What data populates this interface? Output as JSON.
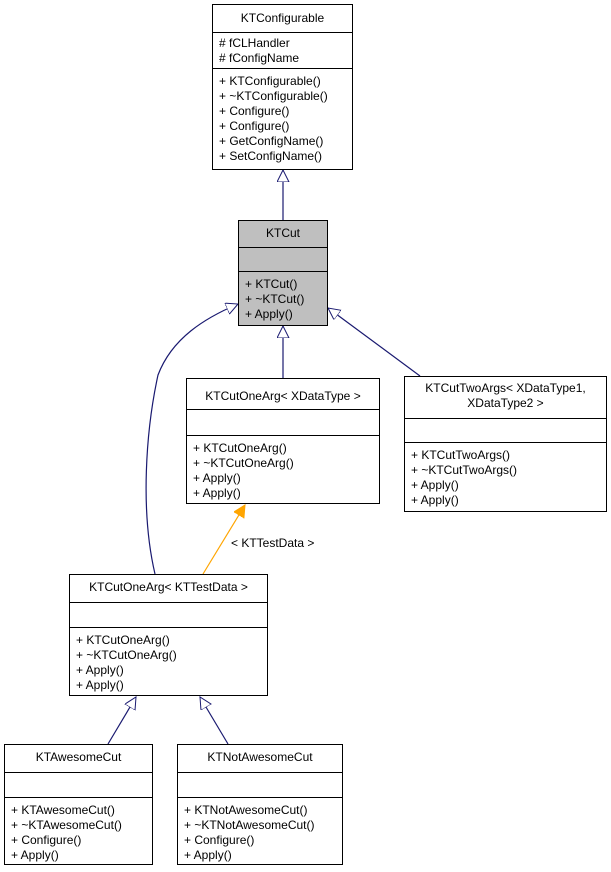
{
  "classes": {
    "ktconfigurable": {
      "title": [
        "KTConfigurable"
      ],
      "attributes": [
        "# fCLHandler",
        "# fConfigName"
      ],
      "methods": [
        "+ KTConfigurable()",
        "+ ~KTConfigurable()",
        "+ Configure()",
        "+ Configure()",
        "+ GetConfigName()",
        "+ SetConfigName()"
      ]
    },
    "ktcut": {
      "title": [
        "KTCut"
      ],
      "attributes": [],
      "methods": [
        "+ KTCut()",
        "+ ~KTCut()",
        "+ Apply()"
      ]
    },
    "ktcutonearg_xdatatype": {
      "title": [
        "KTCutOneArg< XDataType >"
      ],
      "attributes": [],
      "methods": [
        "+ KTCutOneArg()",
        "+ ~KTCutOneArg()",
        "+ Apply()",
        "+ Apply()"
      ]
    },
    "ktcuttwoargs": {
      "title": [
        "KTCutTwoArgs< XDataType1,",
        "XDataType2 >"
      ],
      "attributes": [],
      "methods": [
        "+ KTCutTwoArgs()",
        "+ ~KTCutTwoArgs()",
        "+ Apply()",
        "+ Apply()"
      ]
    },
    "ktcutonearg_kttestdata": {
      "title": [
        "KTCutOneArg< KTTestData >"
      ],
      "attributes": [],
      "methods": [
        "+ KTCutOneArg()",
        "+ ~KTCutOneArg()",
        "+ Apply()",
        "+ Apply()"
      ]
    },
    "ktawesomecut": {
      "title": [
        "KTAwesomeCut"
      ],
      "attributes": [],
      "methods": [
        "+ KTAwesomeCut()",
        "+ ~KTAwesomeCut()",
        "+ Configure()",
        "+ Apply()"
      ]
    },
    "ktnotawesomecut": {
      "title": [
        "KTNotAwesomeCut"
      ],
      "attributes": [],
      "methods": [
        "+ KTNotAwesomeCut()",
        "+ ~KTNotAwesomeCut()",
        "+ Configure()",
        "+ Apply()"
      ]
    }
  },
  "edge_labels": {
    "template_binding": "< KTTestData >"
  },
  "colors": {
    "inheritance": "#191970",
    "template": "#ffa500",
    "highlight_fill": "#bfbfbf"
  }
}
